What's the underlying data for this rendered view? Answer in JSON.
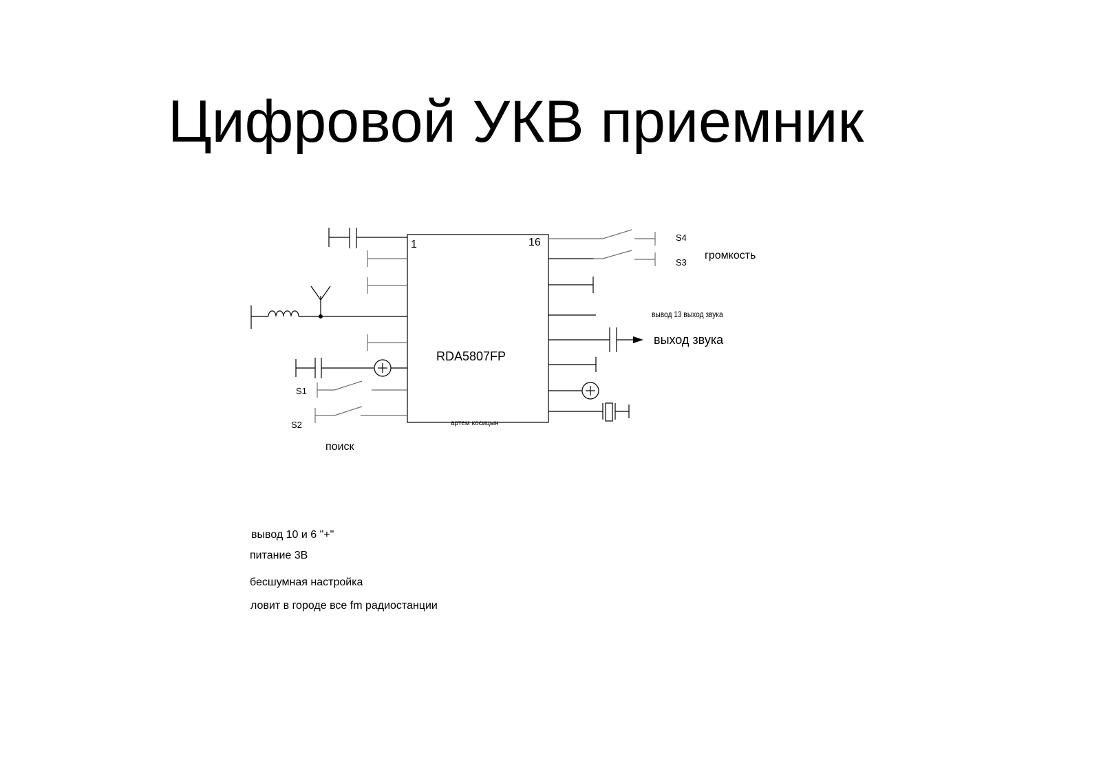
{
  "title": "Цифровой УКВ приемник",
  "chip": {
    "name": "RDA5807FP",
    "pin_first": "1",
    "pin_last": "16",
    "author": "артем косицын"
  },
  "switches": {
    "s1": "S1",
    "s2": "S2",
    "s3": "S3",
    "s4": "S4"
  },
  "labels": {
    "search": "поиск",
    "volume": "громкость",
    "pin13_note": "вывод 13 выход звука",
    "audio_out": "выход звука"
  },
  "notes": [
    "вывод 10 и 6 \"+\"",
    "питание 3В",
    "бесшумная настройка",
    "ловит в городе все fm радиостанции"
  ],
  "colors": {
    "line": "#000000",
    "gray_line": "#6e6e6e",
    "background": "#ffffff"
  }
}
